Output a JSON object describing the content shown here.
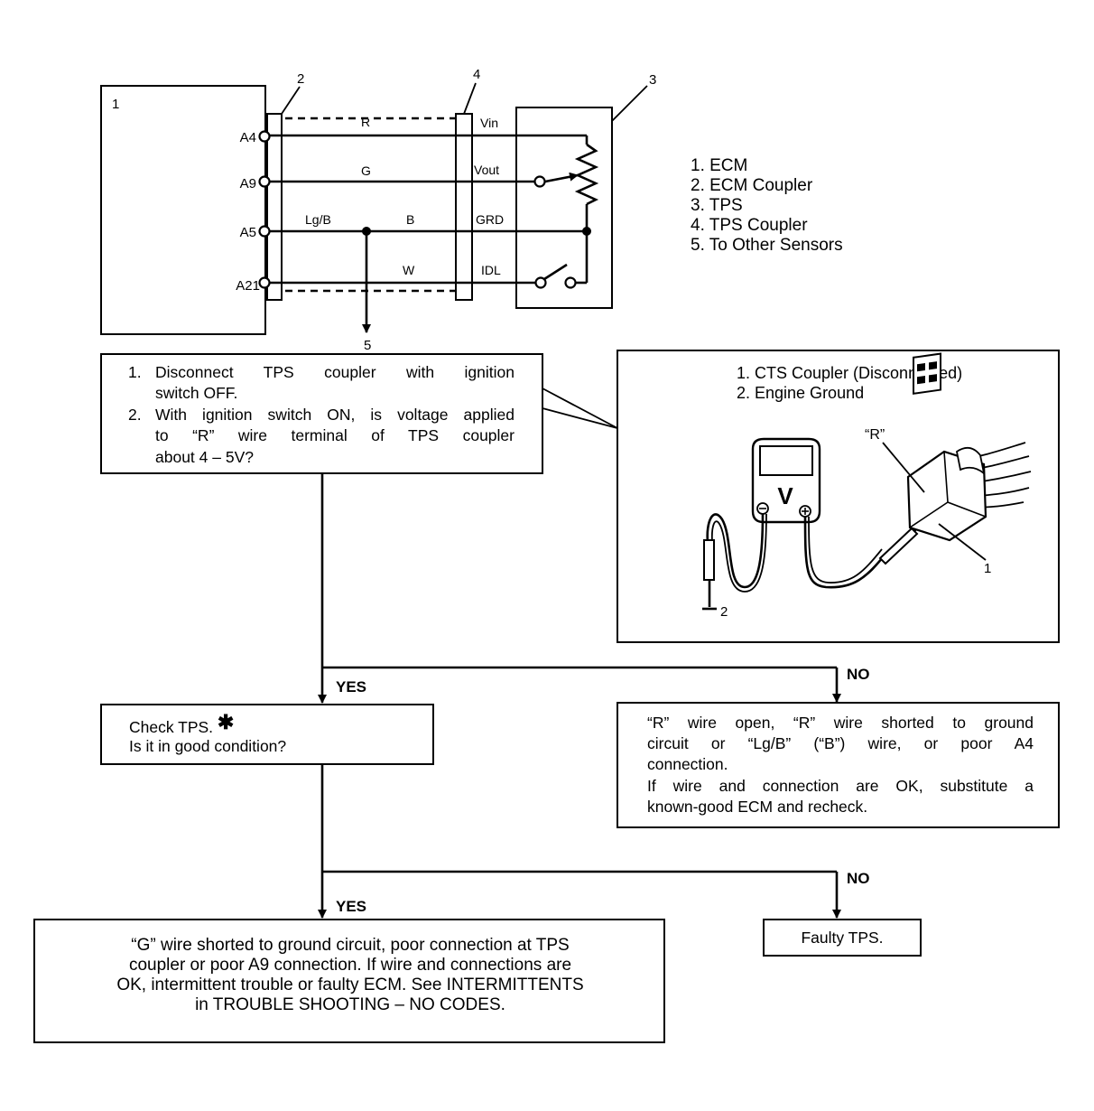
{
  "wiring": {
    "component_numbers": {
      "ecm": "1",
      "ecm_coupler": "2",
      "tps": "3",
      "tps_coupler": "4",
      "other_sensors": "5"
    },
    "ecm_terminals": [
      "A4",
      "A9",
      "A5",
      "A21"
    ],
    "wire_colors": {
      "r": "R",
      "g": "G",
      "lgb": "Lg/B",
      "b": "B",
      "w": "W"
    },
    "tps_terminals": [
      "Vin",
      "Vout",
      "GRD",
      "IDL"
    ]
  },
  "legend": [
    "1. ECM",
    "2. ECM Coupler",
    "3. TPS",
    "4. TPS Coupler",
    "5. To Other Sensors"
  ],
  "step1": {
    "n1": "1.",
    "line1": "Disconnect TPS coupler with ignition",
    "line1b": "switch OFF.",
    "n2": "2.",
    "line2": "With ignition switch ON, is voltage applied",
    "line2b": "to “R” wire terminal of TPS coupler",
    "line2c": "about 4 – 5V?"
  },
  "meter_panel": {
    "legend": [
      "1. CTS Coupler (Disconnected)",
      "2. Engine Ground"
    ],
    "meter_symbol": "V",
    "terminal_label": "“R”",
    "callout_1": "1",
    "callout_2": "2"
  },
  "branch1": {
    "yes": "YES",
    "no": "NO"
  },
  "check_tps": {
    "line1": "Check TPS.",
    "star": "✱",
    "line2": "Is it in good condition?"
  },
  "r_wire_result": {
    "line1": "“R” wire open, “R” wire shorted to ground",
    "line2": "circuit or “Lg/B” (“B”) wire, or poor A4",
    "line3": "connection.",
    "line4": "If wire and connection are OK, substitute a",
    "line5": "known-good ECM and recheck."
  },
  "branch2": {
    "yes": "YES",
    "no": "NO"
  },
  "g_wire_result": {
    "line1": "“G” wire shorted to ground circuit, poor connection at TPS",
    "line2": "coupler or poor A9 connection. If wire and connections are",
    "line3": "OK, intermittent trouble or faulty ECM. See INTERMITTENTS",
    "line4": "in TROUBLE SHOOTING – NO CODES."
  },
  "faulty_tps": {
    "label": "Faulty TPS."
  }
}
